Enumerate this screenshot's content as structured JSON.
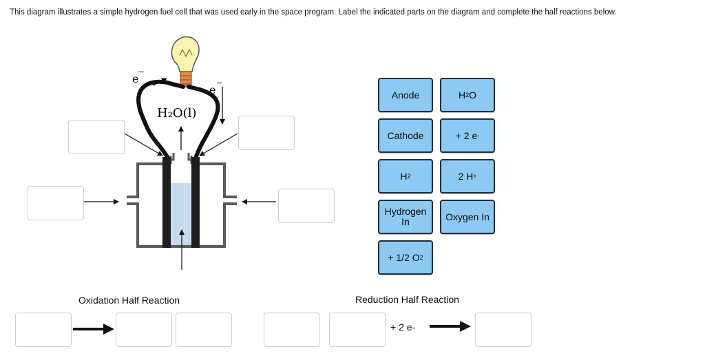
{
  "instructions": "This diagram illustrates a simple hydrogen fuel cell that was used early in the space program. Label the indicated parts on the diagram and complete the half reactions below.",
  "diagram": {
    "electron_label_left": "e",
    "electron_label_right": "e",
    "electron_charge": "–",
    "water_label": "H₂O(l)"
  },
  "tiles": {
    "anode": "Anode",
    "water_h": "H",
    "water_sub": "2",
    "water_o": "O",
    "cathode": "Cathode",
    "two_e_prefix": "+ 2 e",
    "two_e_sup": "-",
    "h2_h": "H",
    "h2_sub": "2",
    "two_h_prefix": "2 H",
    "two_h_sup": "+",
    "hydrogen_in_line1": "Hydrogen",
    "hydrogen_in_line2": "In",
    "oxygen_in": "Oxygen In",
    "half_o2_prefix": "+ 1/2 O",
    "half_o2_sub": "2"
  },
  "oxidation": {
    "label": "Oxidation Half Reaction"
  },
  "reduction": {
    "label": "Reduction Half Reaction",
    "electrons_text": "+ 2 e-"
  },
  "colors": {
    "tile": "#8cc9f3",
    "tile_border": "#1f2d3a",
    "electrolyte": "#c6d9ef",
    "bulb": "#fbf3b4",
    "bulb_base": "#e08a4a"
  }
}
